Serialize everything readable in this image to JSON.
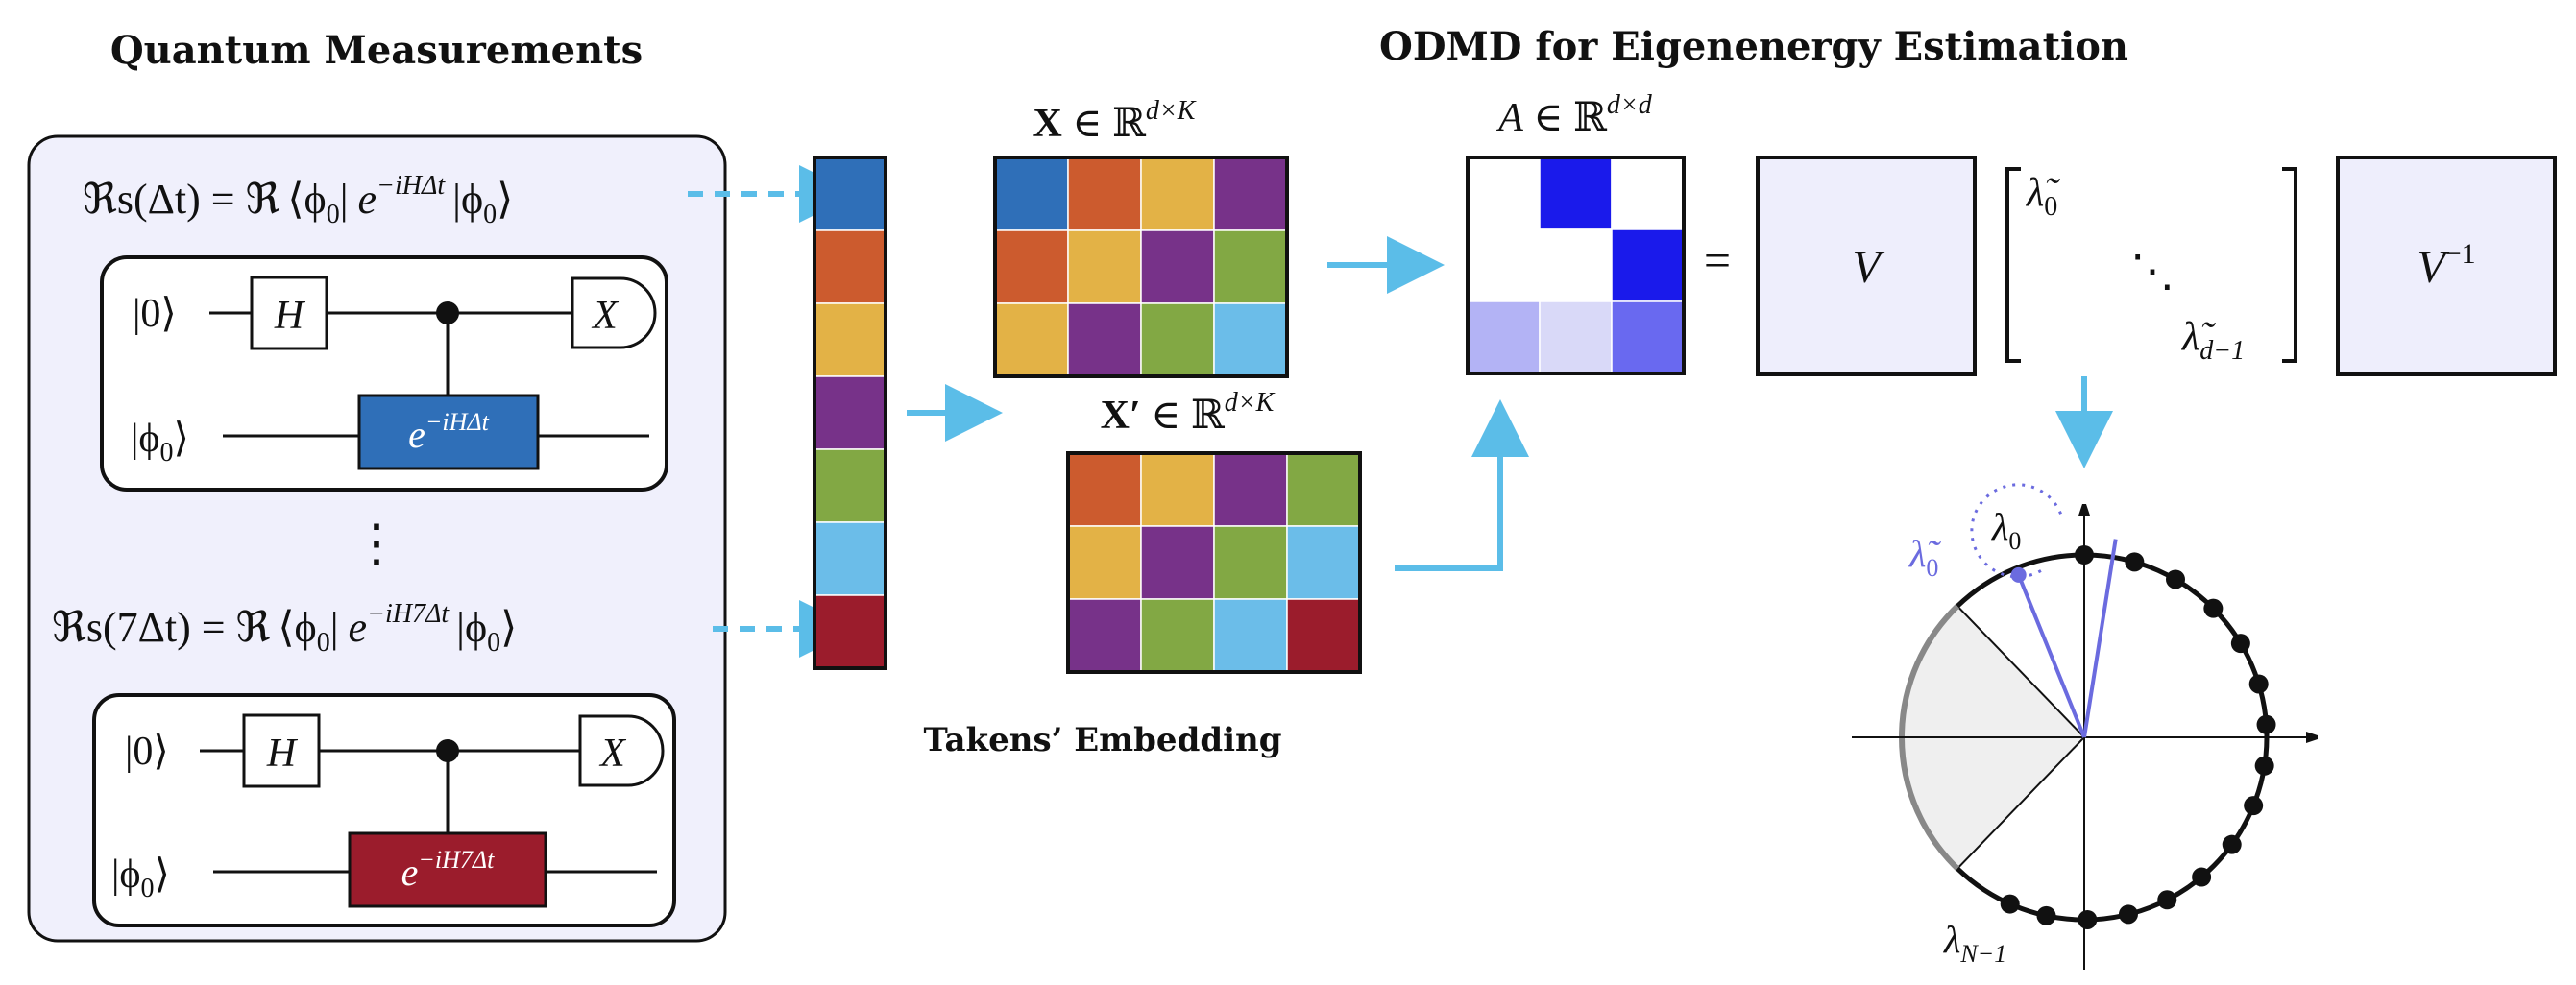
{
  "titles": {
    "left": "Quantum Measurements",
    "right": "ODMD for Eigenenergy Estimation",
    "embedding": "Takens’ Embedding"
  },
  "measurements": {
    "eq1": {
      "lhs": "ℜs(Δt) = ℜ",
      "bra": "⟨ϕ",
      "bra_sub": "0",
      "bra_close": "|",
      "op": "e",
      "op_sup": "−iHΔt",
      "ket": "|ϕ",
      "ket_sub": "0",
      "ket_close": "⟩"
    },
    "eq2": {
      "lhs": "ℜs(7Δt) = ℜ",
      "bra": "⟨ϕ",
      "bra_sub": "0",
      "bra_close": "|",
      "op": "e",
      "op_sup": "−iH7Δt",
      "ket": "|ϕ",
      "ket_sub": "0",
      "ket_close": "⟩"
    },
    "vdots": "⋮"
  },
  "circuits": [
    {
      "qubit0": "|0⟩",
      "qubit1_prefix": "|ϕ",
      "qubit1_sub": "0",
      "qubit1_suffix": "⟩",
      "gate_h": "H",
      "measure": "X",
      "unitary": "e",
      "unitary_sup": "−iHΔt",
      "unitary_color": "#2f6fb8"
    },
    {
      "qubit0": "|0⟩",
      "qubit1_prefix": "|ϕ",
      "qubit1_sub": "0",
      "qubit1_suffix": "⟩",
      "gate_h": "H",
      "measure": "X",
      "unitary": "e",
      "unitary_sup": "−iH7Δt",
      "unitary_color": "#9b1c2c"
    }
  ],
  "colors": {
    "panel_bg": "#f0f0fc",
    "arrow": "#5bbde8",
    "blue": "#2f6fb8",
    "orange": "#cc5b2e",
    "yellow": "#e3b246",
    "purple": "#773289",
    "green": "#82a844",
    "lightblue": "#6bbde9",
    "red": "#9b1c2c",
    "a_dark": "#1a1aeb",
    "a_mid": "#6969f0",
    "a_light": "#b3b3f5",
    "a_pale": "#d9d9f8",
    "lavender": "#eeeefc",
    "eigen": "#6b6bdf"
  },
  "vector_colors": [
    "blue",
    "orange",
    "yellow",
    "purple",
    "green",
    "lightblue",
    "red"
  ],
  "matrix_x": {
    "label": "X",
    "label_rest": " ∈ ℝ",
    "sup": "d×K",
    "rows": [
      [
        "blue",
        "orange",
        "yellow",
        "purple"
      ],
      [
        "orange",
        "yellow",
        "purple",
        "green"
      ],
      [
        "yellow",
        "purple",
        "green",
        "lightblue"
      ]
    ]
  },
  "matrix_xp": {
    "label": "X′",
    "label_rest": " ∈ ℝ",
    "sup": "d×K",
    "rows": [
      [
        "orange",
        "yellow",
        "purple",
        "green"
      ],
      [
        "yellow",
        "purple",
        "green",
        "lightblue"
      ],
      [
        "purple",
        "green",
        "lightblue",
        "red"
      ]
    ]
  },
  "matrix_a": {
    "label": "A",
    "label_rest": " ∈ ℝ",
    "sup": "d×d",
    "rows": [
      [
        "white",
        "a_dark",
        "white"
      ],
      [
        "white",
        "white",
        "a_dark"
      ],
      [
        "a_light",
        "a_pale",
        "a_mid"
      ]
    ]
  },
  "decomposition": {
    "equals": "=",
    "v": "V",
    "v_inv": "V",
    "v_inv_sup": "−1",
    "lambda0": "λ̃",
    "lambda0_sub": "0",
    "ddots": "⋱",
    "lambda_last": "λ̃",
    "lambda_last_sub": "d−1"
  },
  "circle": {
    "lambda0": "λ",
    "lambda0_sub": "0",
    "lambda_tilde": "λ̃",
    "lambda_tilde_sub": "0",
    "lambda_last": "λ",
    "lambda_last_sub": "N−1",
    "eigen_angles_deg": [
      90,
      74,
      60,
      45,
      31,
      17,
      4,
      -9,
      -22,
      -36,
      -50,
      -63,
      -76,
      -89,
      -102,
      -114
    ],
    "tilde_angle_deg": 112,
    "lambda0_line_angle_deg": 81,
    "sector_start_deg": 134,
    "sector_end_deg": 226
  }
}
